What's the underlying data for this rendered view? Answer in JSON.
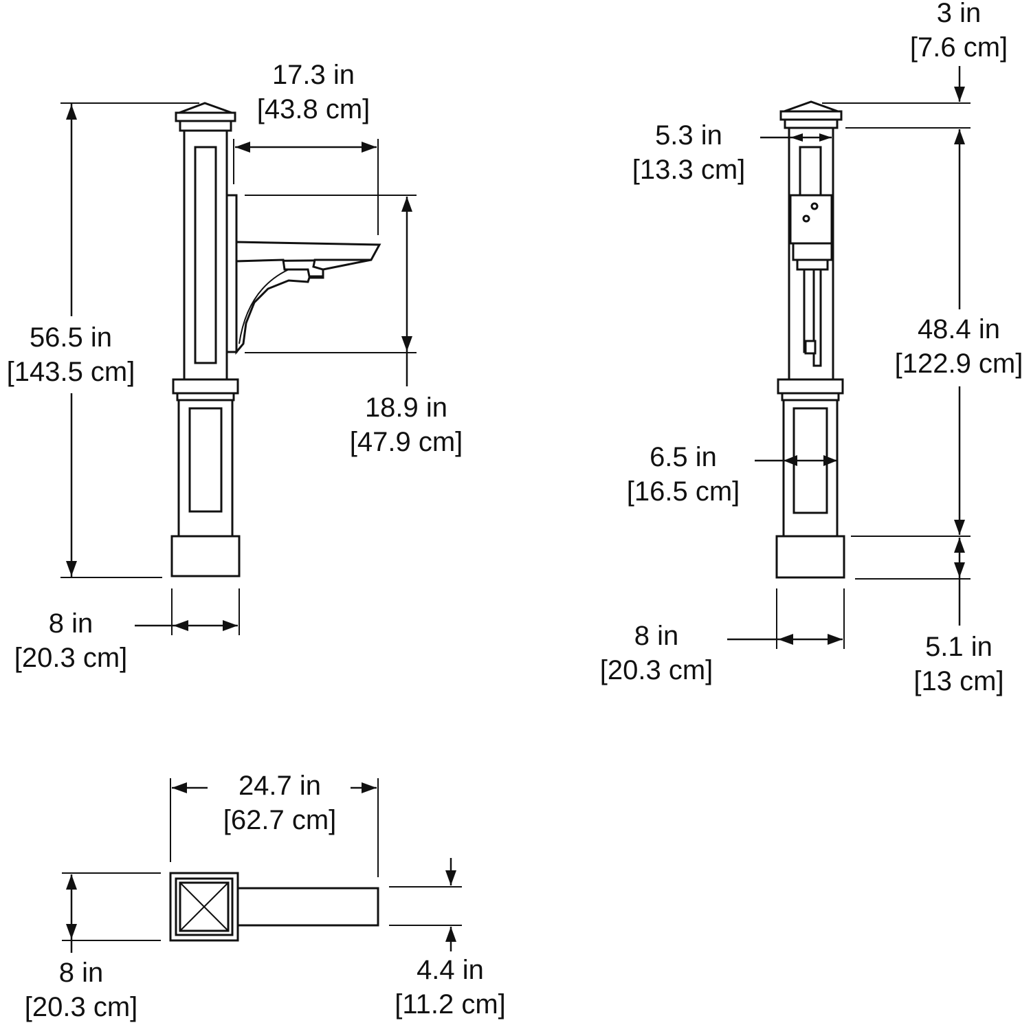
{
  "views": {
    "side": {
      "height": {
        "imperial": "56.5 in",
        "metric": "[143.5 cm]"
      },
      "arm_depth": {
        "imperial": "17.3 in",
        "metric": "[43.8 cm]"
      },
      "bracket_height": {
        "imperial": "18.9 in",
        "metric": "[47.9 cm]"
      },
      "base_width": {
        "imperial": "8 in",
        "metric": "[20.3 cm]"
      }
    },
    "front": {
      "cap_height": {
        "imperial": "3 in",
        "metric": "[7.6 cm]"
      },
      "upper_width": {
        "imperial": "5.3 in",
        "metric": "[13.3 cm]"
      },
      "body_height": {
        "imperial": "48.4 in",
        "metric": "[122.9 cm]"
      },
      "lower_width": {
        "imperial": "6.5 in",
        "metric": "[16.5 cm]"
      },
      "base_width": {
        "imperial": "8 in",
        "metric": "[20.3 cm]"
      },
      "base_height": {
        "imperial": "5.1 in",
        "metric": "[13 cm]"
      }
    },
    "top": {
      "total_length": {
        "imperial": "24.7 in",
        "metric": "[62.7 cm]"
      },
      "post_width": {
        "imperial": "8 in",
        "metric": "[20.3 cm]"
      },
      "arm_width": {
        "imperial": "4.4 in",
        "metric": "[11.2 cm]"
      }
    }
  }
}
